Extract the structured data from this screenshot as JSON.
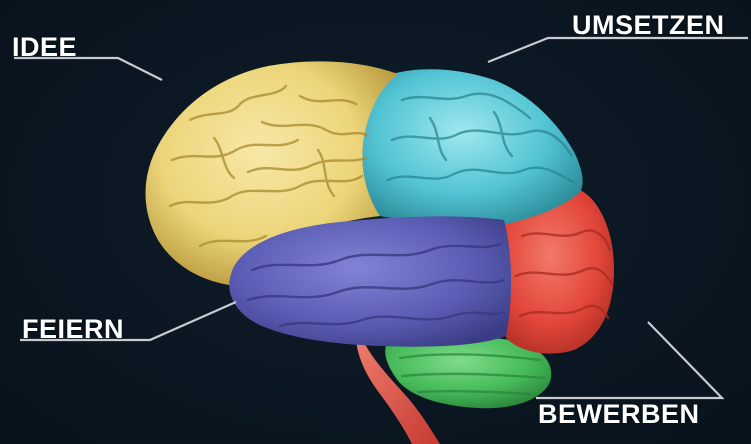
{
  "labels": {
    "idee": "IDEE",
    "umsetzen": "UMSETZEN",
    "feiern": "FEIERN",
    "bewerben": "BEWERBEN"
  },
  "colors": {
    "background": "#0b1722",
    "idee_region": "#ecd57a",
    "umsetzen_region": "#52c4d3",
    "feiern_region": "#5b5db4",
    "bewerben_region": "#e2463a",
    "cerebellum": "#46ba5a",
    "brainstem": "#e0564c",
    "callout_line": "#c8ccd0"
  }
}
